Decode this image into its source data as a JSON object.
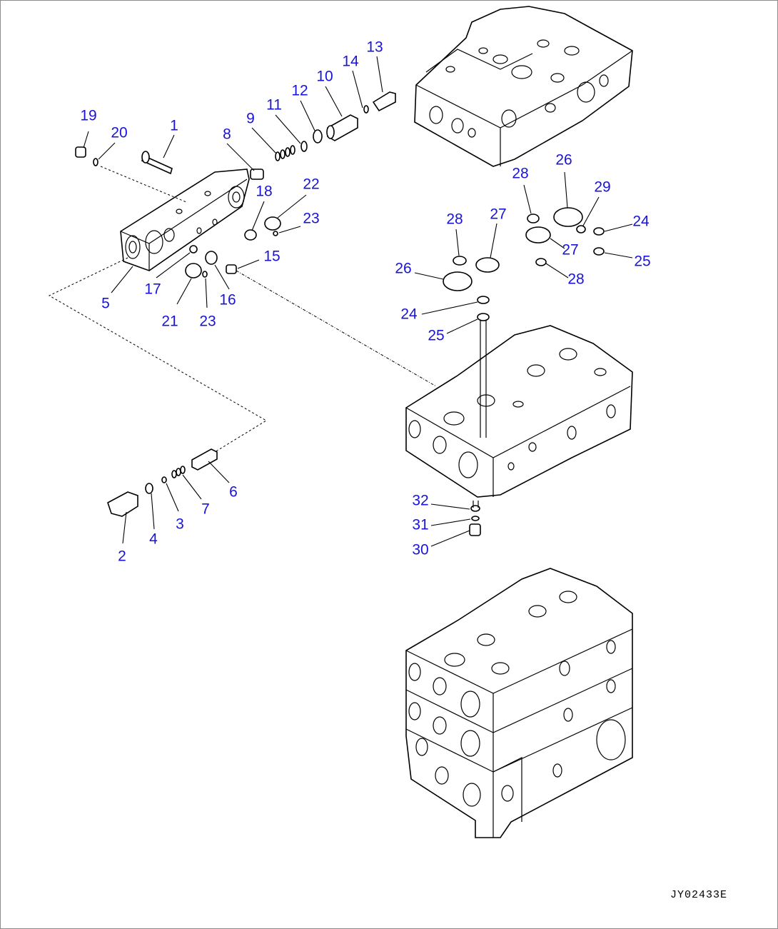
{
  "drawing": {
    "code": "JY02433E",
    "callouts": [
      "1",
      "2",
      "3",
      "4",
      "5",
      "6",
      "7",
      "8",
      "9",
      "10",
      "11",
      "12",
      "13",
      "14",
      "15",
      "16",
      "17",
      "18",
      "19",
      "20",
      "21",
      "22",
      "23",
      "23",
      "24",
      "24",
      "25",
      "25",
      "26",
      "26",
      "27",
      "27",
      "28",
      "28",
      "28",
      "29",
      "30",
      "31",
      "32"
    ]
  },
  "colors": {
    "callout": "#1a14d6",
    "line": "#000000",
    "background": "#ffffff"
  }
}
